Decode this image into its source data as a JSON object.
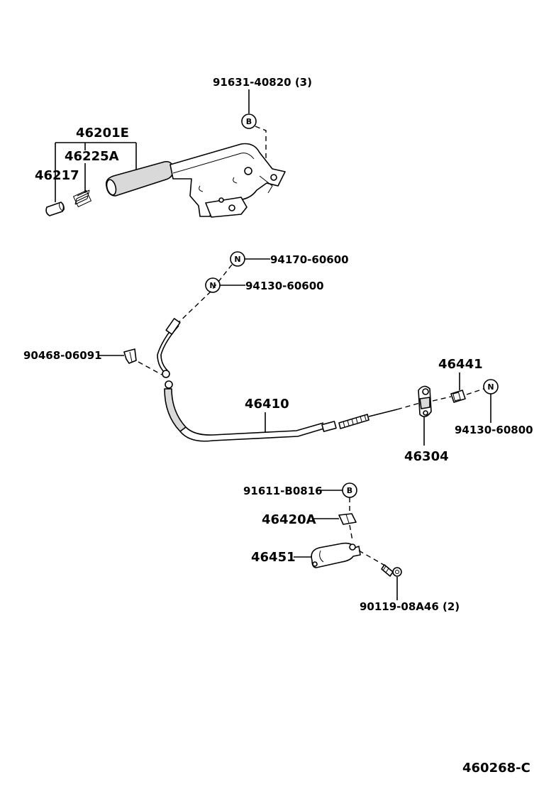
{
  "diagram_id": "460268-C",
  "symbols": {
    "bolt": "B",
    "nut": "N"
  },
  "labels": {
    "p91631": "91631-40820 (3)",
    "p46201E": "46201E",
    "p46225A": "46225A",
    "p46217": "46217",
    "p94170": "94170-60600",
    "p94130a": "94130-60600",
    "p90468": "90468-06091",
    "p46410": "46410",
    "p46441": "46441",
    "p46304": "46304",
    "p94130b": "94130-60800",
    "p91611": "91611-B0816",
    "p46420A": "46420A",
    "p46451": "46451",
    "p90119": "90119-08A46 (2)"
  }
}
